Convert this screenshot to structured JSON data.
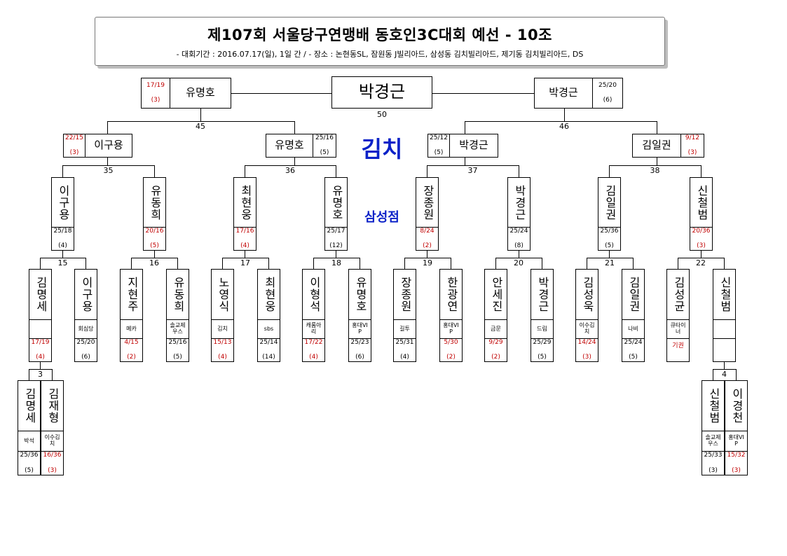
{
  "header": {
    "title": "제107회 서울당구연맹배 동호인3C대회 예선 - 10조",
    "subtitle": "- 대회기간 : 2016.07.17(일), 1일 간 / - 장소 : 논현동SL, 잠원동 J빌리아드, 삼성동 김치빌리아드, 제기동 김치빌리아드, DS"
  },
  "venue_large": "김치",
  "venue_small": "삼성점",
  "final": {
    "winner": "박경근",
    "match_no": "50",
    "left": {
      "name": "유명호",
      "score": "17/19",
      "inn": "(3)",
      "red": true
    },
    "right": {
      "name": "박경근",
      "score": "25/20",
      "inn": "(6)",
      "red": false
    }
  },
  "semis": [
    {
      "no": "45",
      "left": {
        "name": "이구용",
        "score": "22/15",
        "inn": "(3)",
        "red": true
      },
      "right": {
        "name": "유명호",
        "score": "25/16",
        "inn": "(5)",
        "red": false
      }
    },
    {
      "no": "46",
      "left": {
        "name": "박경근",
        "score": "25/12",
        "inn": "(5)",
        "red": false
      },
      "right": {
        "name": "김일권",
        "score": "9/12",
        "inn": "(3)",
        "red": true
      }
    }
  ],
  "quarters": [
    {
      "no": "35",
      "left": {
        "name": "이구용",
        "score": "25/18",
        "inn": "(4)",
        "red": false
      },
      "right": {
        "name": "유동희",
        "score": "20/16",
        "inn": "(5)",
        "red": true
      }
    },
    {
      "no": "36",
      "left": {
        "name": "최현웅",
        "score": "17/16",
        "inn": "(4)",
        "red": true
      },
      "right": {
        "name": "유명호",
        "score": "25/17",
        "inn": "(12)",
        "red": false
      }
    },
    {
      "no": "37",
      "left": {
        "name": "장종원",
        "score": "8/24",
        "inn": "(2)",
        "red": true
      },
      "right": {
        "name": "박경근",
        "score": "25/24",
        "inn": "(8)",
        "red": false
      }
    },
    {
      "no": "38",
      "left": {
        "name": "김일권",
        "score": "25/36",
        "inn": "(5)",
        "red": false
      },
      "right": {
        "name": "신철범",
        "score": "20/36",
        "inn": "(3)",
        "red": true
      }
    }
  ],
  "round1": [
    {
      "no": "15",
      "left": {
        "name": "김명세",
        "club": "",
        "score": "17/19",
        "inn": "(4)",
        "red": true
      },
      "right": {
        "name": "이구용",
        "club": "회심당",
        "score": "25/20",
        "inn": "(6)",
        "red": false
      }
    },
    {
      "no": "16",
      "left": {
        "name": "지현주",
        "club": "메카",
        "score": "4/15",
        "inn": "(2)",
        "red": true
      },
      "right": {
        "name": "유동희",
        "club": "솔교제우스",
        "score": "25/16",
        "inn": "(5)",
        "red": false
      }
    },
    {
      "no": "17",
      "left": {
        "name": "노영식",
        "club": "김치",
        "score": "15/13",
        "inn": "(4)",
        "red": true
      },
      "right": {
        "name": "최현웅",
        "club": "sbs",
        "score": "25/14",
        "inn": "(14)",
        "red": false
      }
    },
    {
      "no": "18",
      "left": {
        "name": "이형석",
        "club": "캐롬아리",
        "score": "17/22",
        "inn": "(4)",
        "red": true
      },
      "right": {
        "name": "유명호",
        "club": "홍대VIP",
        "score": "25/23",
        "inn": "(6)",
        "red": false
      }
    },
    {
      "no": "19",
      "left": {
        "name": "장종원",
        "club": "길투",
        "score": "25/31",
        "inn": "(4)",
        "red": false
      },
      "right": {
        "name": "한광연",
        "club": "홍대VIP",
        "score": "5/30",
        "inn": "(2)",
        "red": true
      }
    },
    {
      "no": "20",
      "left": {
        "name": "안세진",
        "club": "금문",
        "score": "9/29",
        "inn": "(2)",
        "red": true
      },
      "right": {
        "name": "박경근",
        "club": "드림",
        "score": "25/29",
        "inn": "(5)",
        "red": false
      }
    },
    {
      "no": "21",
      "left": {
        "name": "김성욱",
        "club": "이수김치",
        "score": "14/24",
        "inn": "(3)",
        "red": true
      },
      "right": {
        "name": "김일권",
        "club": "나비",
        "score": "25/24",
        "inn": "(5)",
        "red": false
      }
    },
    {
      "no": "22",
      "left": {
        "name": "김성균",
        "club": "큐타이너",
        "score": "기권",
        "inn": "",
        "red": true
      },
      "right": {
        "name": "신철범",
        "club": "",
        "score": "",
        "inn": "",
        "red": false
      }
    }
  ],
  "prelims": [
    {
      "no": "3",
      "left": {
        "name": "김명세",
        "club": "박석",
        "score": "25/36",
        "inn": "(5)",
        "red": false
      },
      "right": {
        "name": "김재형",
        "club": "이수김치",
        "score": "16/36",
        "inn": "(3)",
        "red": true
      }
    },
    {
      "no": "4",
      "left": {
        "name": "신철범",
        "club": "솔교제우스",
        "score": "25/33",
        "inn": "(3)",
        "red": false
      },
      "right": {
        "name": "이경천",
        "club": "홍대VIP",
        "score": "15/32",
        "inn": "(3)",
        "red": true
      }
    }
  ]
}
